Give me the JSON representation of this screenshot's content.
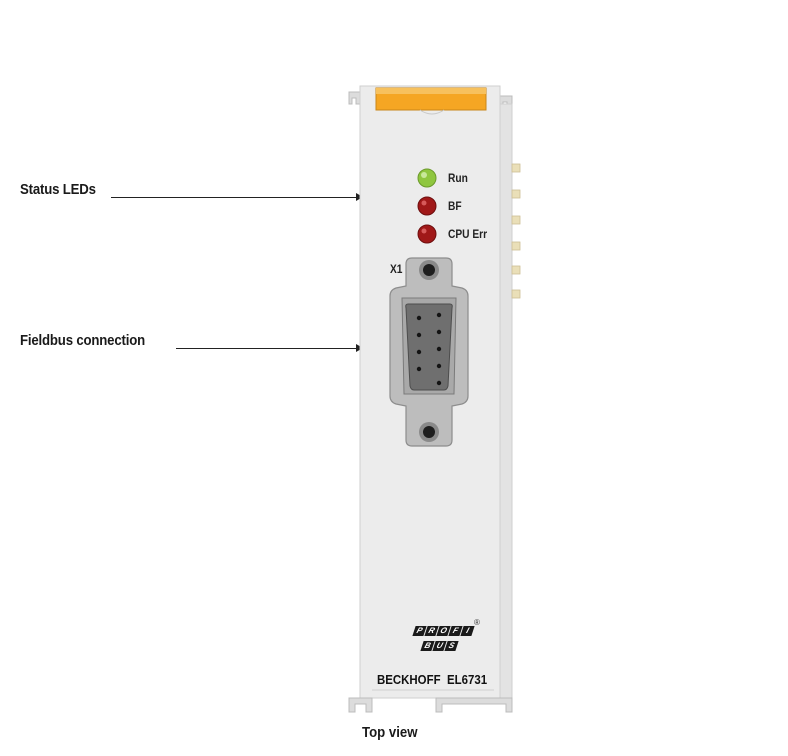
{
  "callouts": {
    "status_leds": "Status LEDs",
    "fieldbus_connection": "Fieldbus connection"
  },
  "device": {
    "leds": [
      {
        "label": "Run",
        "color": "#8fc63f"
      },
      {
        "label": "BF",
        "color": "#a01818"
      },
      {
        "label": "CPU Err",
        "color": "#a01818"
      }
    ],
    "connector_label": "X1",
    "logo_row1": [
      "P",
      "R",
      "O",
      "F",
      "I"
    ],
    "logo_row2": [
      "B",
      "U",
      "S"
    ],
    "logo_registered": "®",
    "brand": "BECKHOFF",
    "model": "EL6731",
    "colors": {
      "body": "#ececec",
      "label_strip": "#f5a623"
    }
  },
  "caption": "Top view"
}
